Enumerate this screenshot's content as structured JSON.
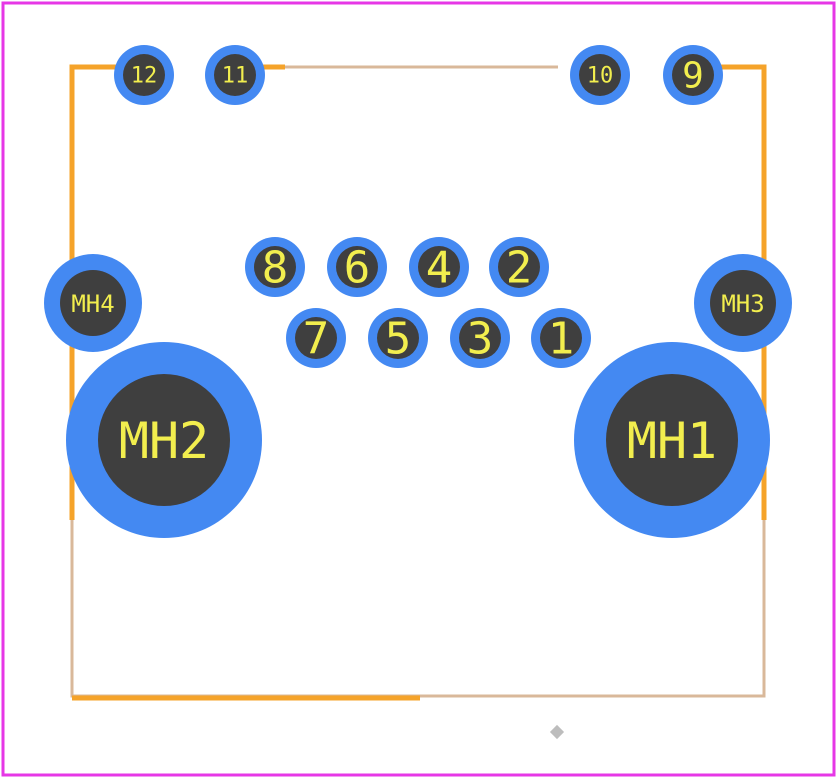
{
  "colors": {
    "background": "#ffffff",
    "board_outline": "#e637e6",
    "silkscreen": "#f5a32a",
    "courtyard": "#d9b89a",
    "copper": "#4489f2",
    "drill": "#3f3f3f",
    "label": "#f2ee4e",
    "origin_marker": "#bdbdbd"
  },
  "pads": [
    {
      "id": "pad-12",
      "label": "12",
      "kind": "signal-small"
    },
    {
      "id": "pad-11",
      "label": "11",
      "kind": "signal-small"
    },
    {
      "id": "pad-10",
      "label": "10",
      "kind": "signal-small"
    },
    {
      "id": "pad-9",
      "label": "9",
      "kind": "signal-small"
    },
    {
      "id": "pad-8",
      "label": "8",
      "kind": "signal"
    },
    {
      "id": "pad-6",
      "label": "6",
      "kind": "signal"
    },
    {
      "id": "pad-4",
      "label": "4",
      "kind": "signal"
    },
    {
      "id": "pad-2",
      "label": "2",
      "kind": "signal"
    },
    {
      "id": "pad-7",
      "label": "7",
      "kind": "signal"
    },
    {
      "id": "pad-5",
      "label": "5",
      "kind": "signal"
    },
    {
      "id": "pad-3",
      "label": "3",
      "kind": "signal"
    },
    {
      "id": "pad-1",
      "label": "1",
      "kind": "signal"
    },
    {
      "id": "pad-mh4",
      "label": "MH4",
      "kind": "mount-small"
    },
    {
      "id": "pad-mh3",
      "label": "MH3",
      "kind": "mount-small"
    },
    {
      "id": "pad-mh2",
      "label": "MH2",
      "kind": "mount-large"
    },
    {
      "id": "pad-mh1",
      "label": "MH1",
      "kind": "mount-large"
    }
  ]
}
